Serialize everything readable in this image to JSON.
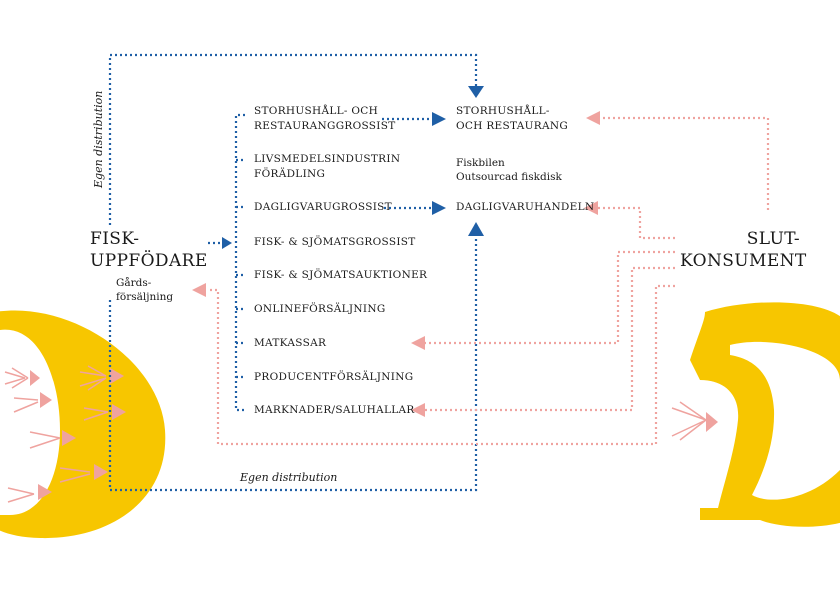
{
  "colors": {
    "blue": "#1f5fa6",
    "pink": "#efa39f",
    "yellow": "#f7c600",
    "text": "#1a1a1a"
  },
  "left_actor": {
    "line1": "FISK-",
    "line2": "UPPFÖDARE",
    "farm_sale_line1": "Gårds-",
    "farm_sale_line2": "försäljning"
  },
  "right_actor": {
    "line1": "SLUT-",
    "line2": "KONSUMENT"
  },
  "channels": [
    {
      "line1": "STORHUSHÅLL- OCH",
      "line2": "RESTAURANGGROSSIST"
    },
    {
      "line1": "LIVSMEDELSINDUSTRIN",
      "line2": "FÖRÄDLING"
    },
    {
      "line1": "DAGLIGVARUGROSSIST"
    },
    {
      "line1": "FISK- & SJÖMATSGROSSIST"
    },
    {
      "line1": "FISK- & SJÖMATSAUKTIONER"
    },
    {
      "line1": "ONLINEFÖRSÄLJNING"
    },
    {
      "line1": "MATKASSAR"
    },
    {
      "line1": "PRODUCENTFÖRSÄLJNING"
    },
    {
      "line1": "MARKNADER/SALUHALLAR"
    }
  ],
  "destinations": {
    "restaurants_line1": "STORHUSHÅLL-",
    "restaurants_line2": "OCH RESTAURANG",
    "fishcar": "Fiskbilen",
    "outsourced": "Outsourcad fiskdisk",
    "grocery": "DAGLIGVARUHANDELN"
  },
  "own_distribution_vertical": "Egen distribution",
  "own_distribution_bottom": "Egen distribution"
}
